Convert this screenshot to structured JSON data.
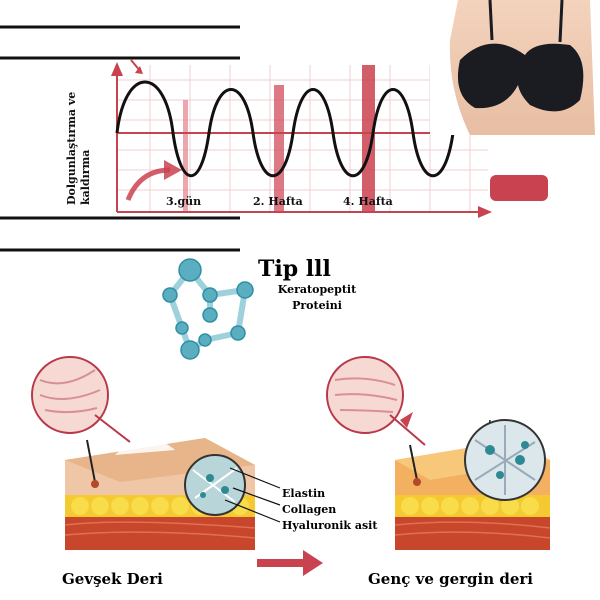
{
  "graph": {
    "ylabel_line1": "Dolgunlaştırma ve",
    "ylabel_line2": "kaldırma",
    "markers": [
      "3.gün",
      "2. Hafta",
      "4. Hafta"
    ]
  },
  "molecule": {
    "title": "Tip lll",
    "subtitle_line1": "Keratopeptit",
    "subtitle_line2": "Proteini"
  },
  "skin_layers": [
    "Elastin",
    "Collagen",
    "Hyaluronik asit"
  ],
  "captions": {
    "left": "Gevşek Deri",
    "right": "Genç ve gergin deri"
  },
  "colors": {
    "accent_red": "#c9424f",
    "wave": "#111111"
  }
}
